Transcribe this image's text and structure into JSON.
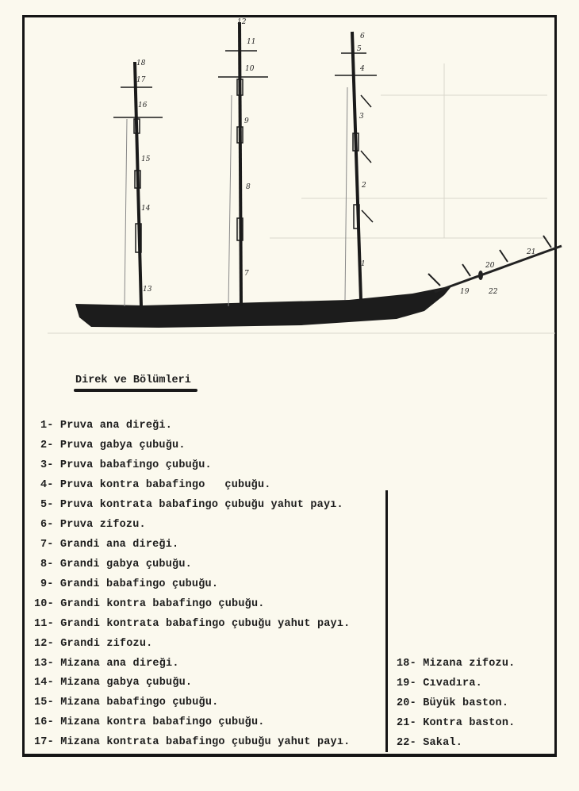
{
  "title": "Direk ve Bölümleri",
  "diagram_labels": {
    "n1": "1",
    "n2": "2",
    "n3": "3",
    "n4": "4",
    "n5": "5",
    "n6": "6",
    "n7": "7",
    "n8": "8",
    "n9": "9",
    "n10": "10",
    "n11": "11",
    "n12": "12",
    "n13": "13",
    "n14": "14",
    "n15": "15",
    "n16": "16",
    "n17": "17",
    "n18": "18",
    "n19": "19",
    "n20": "20",
    "n21": "21",
    "n22": "22"
  },
  "items": [
    "1- Pruva ana direği.",
    "2- Pruva gabya çubuğu.",
    "3- Pruva babafingo çubuğu.",
    "4- Pruva kontra babafingo   çubuğu.",
    "5- Pruva kontrata babafingo çubuğu yahut payı.",
    "6- Pruva zifozu.",
    "7- Grandi ana direği.",
    "8- Grandi gabya çubuğu.",
    "9- Grandi babafingo çubuğu.",
    "10- Grandi kontra babafingo çubuğu.",
    "11- Grandi kontrata babafingo çubuğu yahut payı.",
    "12- Grandi zifozu.",
    "13- Mizana ana direği.",
    "14- Mizana gabya çubuğu.",
    "15- Mizana babafingo çubuğu.",
    "16- Mizana kontra babafingo çubuğu.",
    "17- Mizana kontrata babafingo çubuğu yahut payı.",
    "18- Mizana zifozu.",
    "19- Cıvadıra.",
    "20- Büyük baston.",
    "21- Kontra baston.",
    "22- Sakal."
  ]
}
